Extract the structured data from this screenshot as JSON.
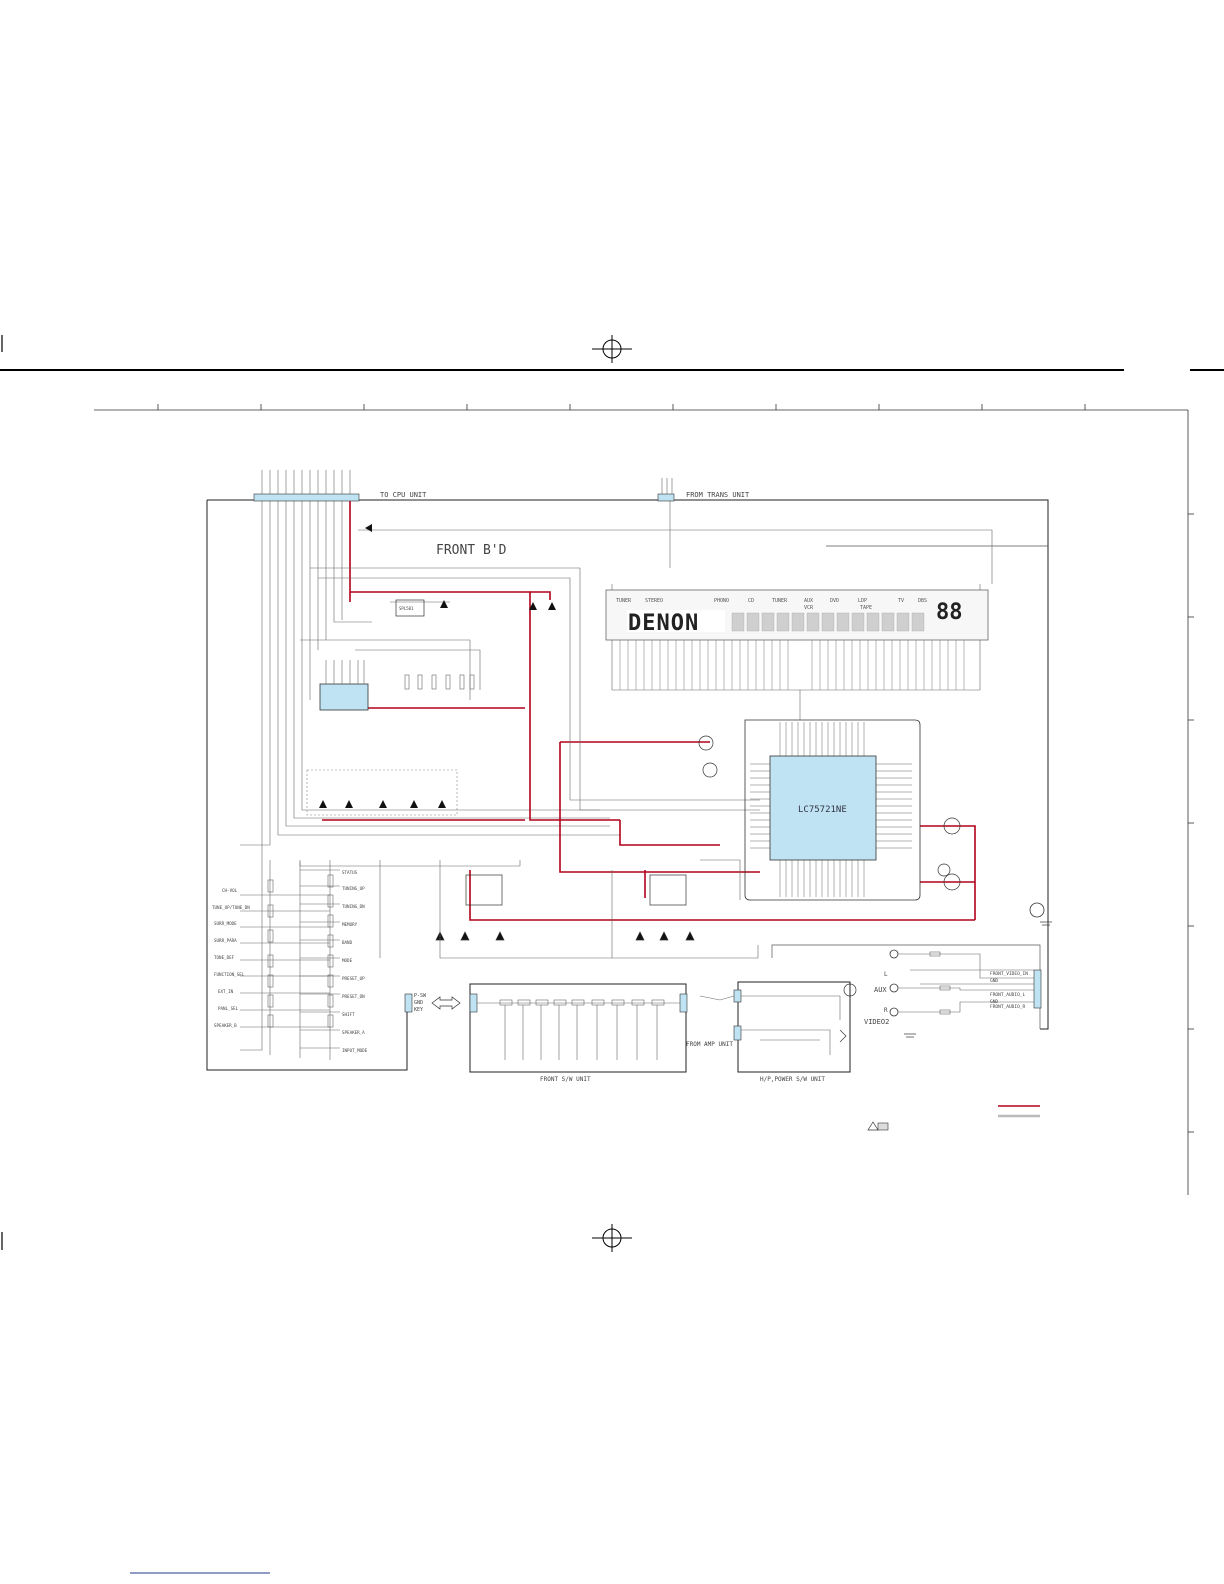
{
  "board": {
    "title": "FRONT B'D",
    "to_cpu": "TO CPU UNIT",
    "from_trans": "FROM TRANS UNIT",
    "from_amp": "FROM AMP UNIT",
    "front_sw_unit": "FRONT S/W UNIT",
    "hp_power_unit": "H/P,POWER S/W UNIT"
  },
  "display": {
    "brand": "DENON",
    "digits": "88",
    "labels": [
      "TUNER",
      "STEREO",
      "PHONO",
      "CD",
      "TUNER",
      "AUX",
      "DVD",
      "LDP",
      "TV",
      "DBS",
      "TAPE",
      "VCR"
    ]
  },
  "ic": {
    "main": "LC75721NE"
  },
  "jacks": {
    "video2": "VIDEO2",
    "aux": "AUX",
    "l": "L",
    "r": "R"
  },
  "connectors": {
    "front_video_in": "FRONT_VIDEO_IN",
    "front_audio_l": "FRONT_AUDIO_L",
    "front_audio_r": "FRONT_AUDIO_R",
    "gnd": "GND"
  },
  "switch_labels": {
    "left": [
      "CH-VOL",
      "TUNE_UP/TUNE_DN",
      "SURR_MODE",
      "SURR_PARA",
      "TONE_DEF",
      "FUNCTION_SEL",
      "EXT_IN",
      "PANL_SEL",
      "SPEAKER_B"
    ],
    "right": [
      "STATUS",
      "TUNING_UP",
      "TUNING_DN",
      "MEMORY",
      "BAND",
      "MODE",
      "PRESET_UP",
      "PRESET_DN",
      "SHIFT",
      "SPEAKER_A",
      "INPUT_MODE"
    ]
  },
  "net_labels": {
    "key_in": "KEY",
    "gnd": "GND",
    "p_sw": "P-SW"
  },
  "legend": {
    "red_line": "",
    "gray_line": ""
  },
  "colors": {
    "power_trace": "#b3001b",
    "ic_fill": "#bfe3f3",
    "frame": "#222222"
  }
}
